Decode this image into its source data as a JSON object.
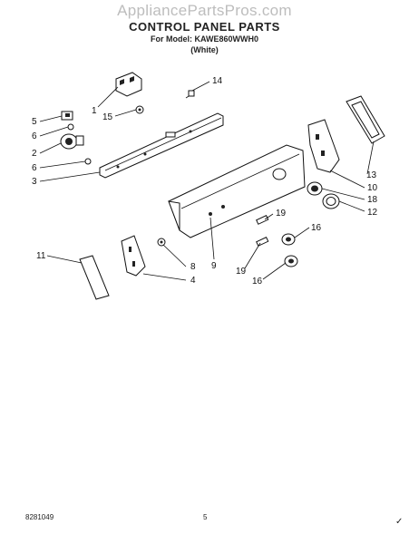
{
  "header": {
    "watermark": "AppliancePartsPros.com",
    "title": "CONTROL PANEL PARTS",
    "model_line": "For Model: KAWE860WWH0",
    "color_line": "(White)"
  },
  "callouts": {
    "c1": "1",
    "c2": "2",
    "c3": "3",
    "c4": "4",
    "c5": "5",
    "c6a": "6",
    "c6b": "6",
    "c8": "8",
    "c9": "9",
    "c10": "10",
    "c11": "11",
    "c12": "12",
    "c13": "13",
    "c14": "14",
    "c15": "15",
    "c16a": "16",
    "c16b": "16",
    "c18": "18",
    "c19a": "19",
    "c19b": "19"
  },
  "footer": {
    "doc_number": "8281049",
    "page_number": "5"
  }
}
